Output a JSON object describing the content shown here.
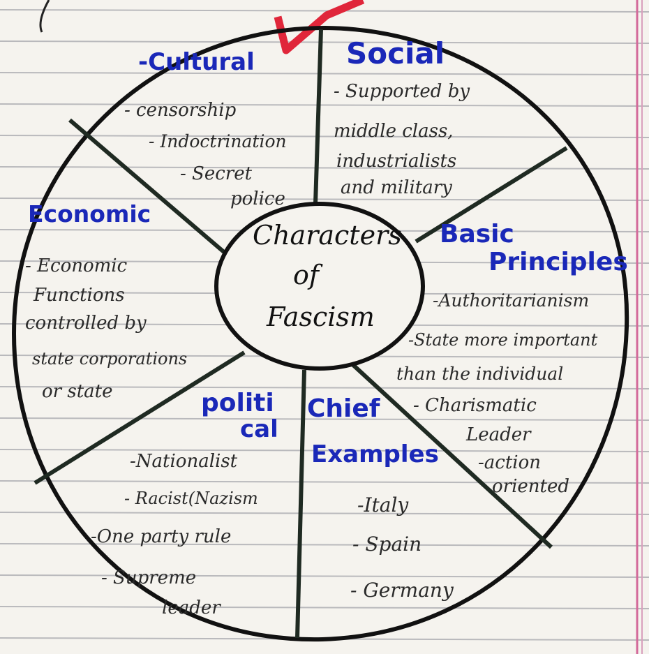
{
  "diagram": {
    "center": {
      "line1": "Characters",
      "line2": "of",
      "line3": "Fascism"
    },
    "sections": {
      "cultural": {
        "heading": "-Cultural",
        "items": [
          "- censorship",
          "- Indoctrination",
          "- Secret",
          "police"
        ]
      },
      "social": {
        "heading": "Social",
        "items": [
          "- Supported by",
          "middle class,",
          "industrialists",
          "and military"
        ]
      },
      "basic_principles": {
        "heading_line1": "Basic",
        "heading_line2": "Principles",
        "items": [
          "-Authoritarianism",
          "-State more important",
          "than the individual",
          "- Charismatic",
          "Leader",
          "-action",
          "oriented"
        ]
      },
      "economic": {
        "heading": "Economic",
        "items": [
          "- Economic",
          "Functions",
          "controlled by",
          "state corporations",
          "or state"
        ]
      },
      "political": {
        "heading_line1": "politi",
        "heading_line2": "cal",
        "items": [
          "-Nationalist",
          "- Racist(Nazism",
          "-One party rule",
          "- Supreme",
          "leader"
        ]
      },
      "chief_examples": {
        "heading_line1": "Chief",
        "heading_line2": "Examples",
        "items": [
          "-Italy",
          "- Spain",
          "- Germany"
        ]
      }
    },
    "colors": {
      "heading": "#1a28b8",
      "ink": "#2a2a2a",
      "outline": "#111111",
      "spoke": "#1f2a22",
      "paper_lines": "#b9b9bc",
      "margin_line": "#d36a9a",
      "red_mark": "#e0263a"
    }
  }
}
